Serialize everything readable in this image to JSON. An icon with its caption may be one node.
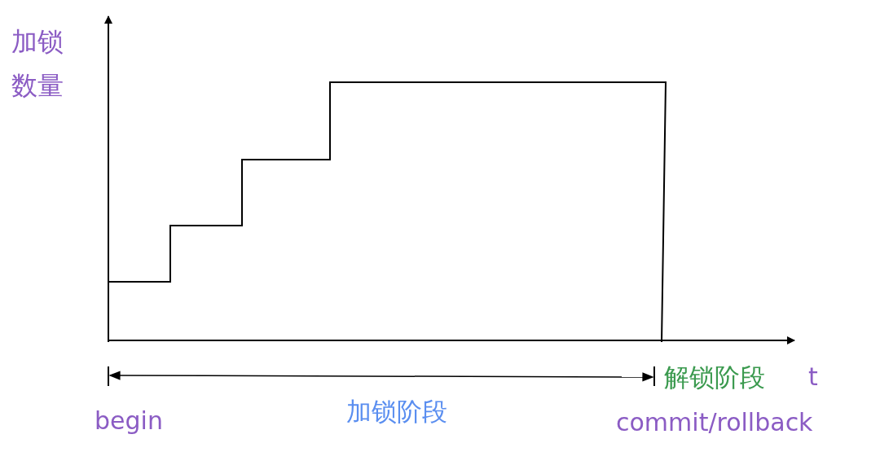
{
  "diagram": {
    "labels": [
      "加锁数量",
      "解锁阶段",
      "t",
      "begin",
      "加锁阶段",
      "commit/rollback"
    ]
  }
}
